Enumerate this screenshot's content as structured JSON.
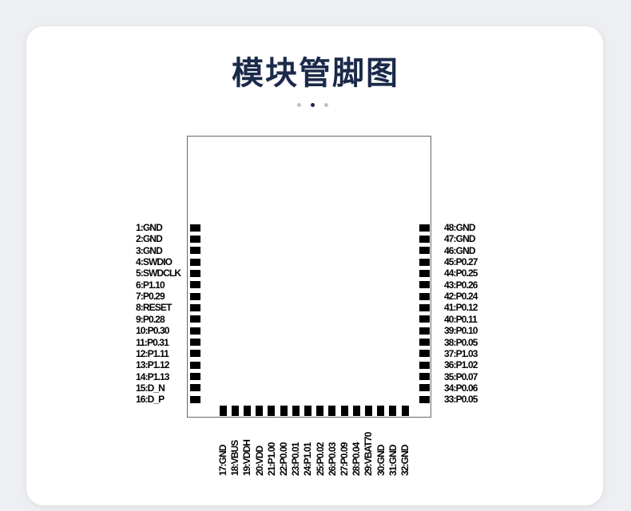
{
  "title": "模块管脚图",
  "colors": {
    "title": "#1b2a4a",
    "pad": "#000000",
    "module_border": "#6a6a6a",
    "dot_inactive": "#bfc3c8",
    "dot_active": "#1b2a4a"
  },
  "pins": {
    "left": [
      "1:GND",
      "2:GND",
      "3:GND",
      "4:SWDIO",
      "5:SWDCLK",
      "6:P1.10",
      "7:P0.29",
      "8:RESET",
      "9:P0.28",
      "10:P0.30",
      "11:P0.31",
      "12:P1.11",
      "13:P1.12",
      "14:P1.13",
      "15:D_N",
      "16:D_P"
    ],
    "right": [
      "48:GND",
      "47:GND",
      "46:GND",
      "45:P0.27",
      "44:P0.25",
      "43:P0.26",
      "42:P0.24",
      "41:P0.12",
      "40:P0.11",
      "39:P0.10",
      "38:P0.05",
      "37:P1.03",
      "36:P1.02",
      "35:P0.07",
      "34:P0.06",
      "33:P0.05"
    ],
    "bottom": [
      "17:GND",
      "18:VBUS",
      "19:VDDH",
      "20:VDD",
      "21:P1.00",
      "22:P0.00",
      "23:P0.01",
      "24:P1.01",
      "25:P0.02",
      "26:P0.03",
      "27:P0.09",
      "28:P0.04",
      "29:VBAT70",
      "30:GND",
      "31:GND",
      "32:GND"
    ]
  }
}
